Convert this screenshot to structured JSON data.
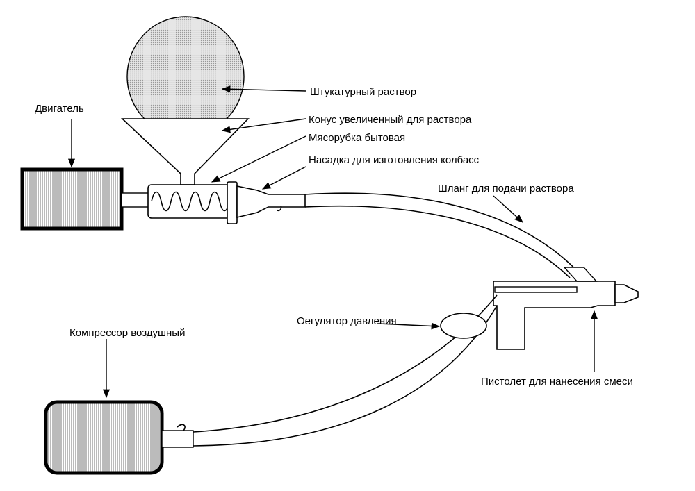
{
  "labels": {
    "motor": "Двигатель",
    "plaster_mortar": "Штукатурный раствор",
    "cone": "Конус увеличенный для раствора",
    "meat_grinder": "Мясорубка бытовая",
    "sausage_nozzle": "Насадка для изготовления колбасс",
    "hose": "Шланг для подачи раствора",
    "pressure_regulator": "Оегулятор давления",
    "compressor": "Компрессор воздушный",
    "spray_gun": "Пистолет для нанесения смеси"
  },
  "colors": {
    "line": "#000000",
    "fill": "#ffffff",
    "hatch": "#808080"
  }
}
